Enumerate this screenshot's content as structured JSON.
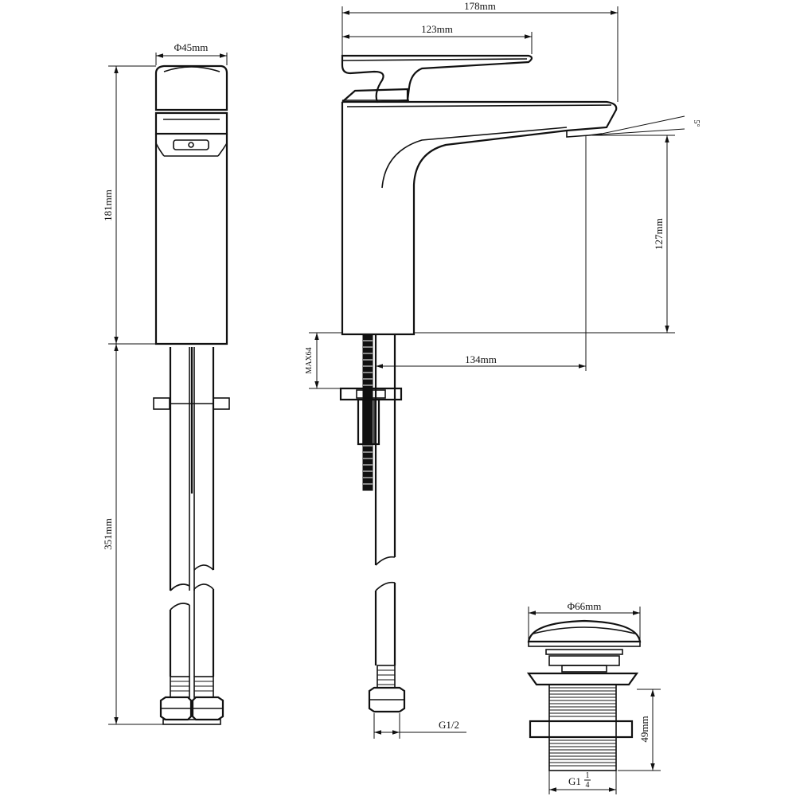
{
  "dimensions": {
    "top_width": "178mm",
    "handle_length": "123mm",
    "side_diameter": "Φ45mm",
    "body_height": "181mm",
    "hose_length": "351mm",
    "spout_height": "127mm",
    "spout_reach": "134mm",
    "max_deck": "MAX64",
    "angle": "5°",
    "hose_thread": "G1/2",
    "waste_diameter": "Φ66mm",
    "waste_height": "49mm",
    "waste_thread_base": "G1",
    "waste_thread_num": "1",
    "waste_thread_den": "4"
  }
}
